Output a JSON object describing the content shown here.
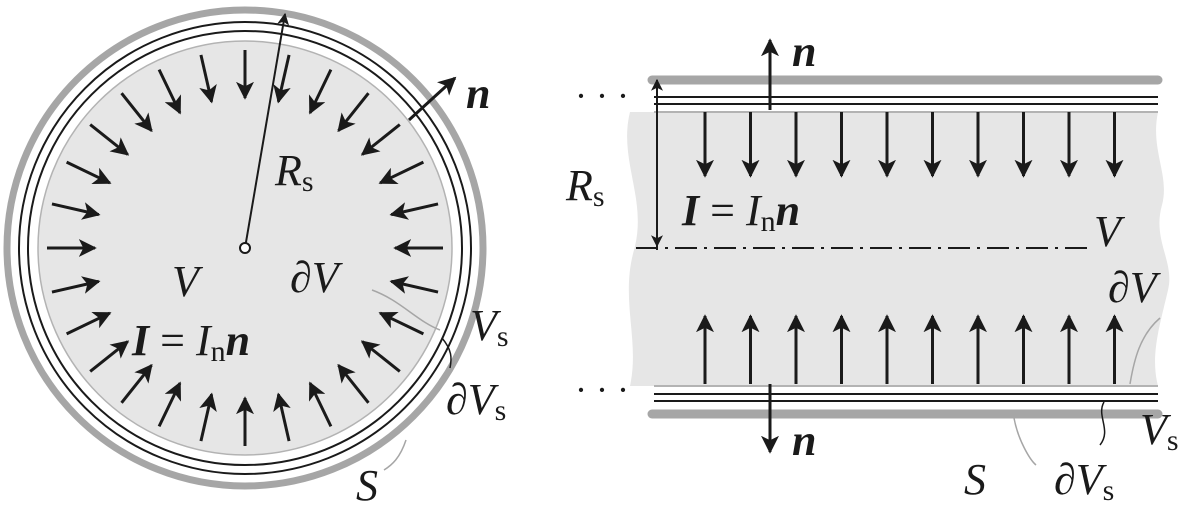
{
  "colors": {
    "ink": "#1a1a1a",
    "surface_gray": "#a6a6a6",
    "volume_fill": "#e6e6e6",
    "boundary_thin": "#b3b3b3"
  },
  "left_panel": {
    "radius_label": {
      "main": "R",
      "sub": "s"
    },
    "volume_label": "V",
    "boundary_label": "∂V",
    "shell_label": {
      "main": "V",
      "sub": "s"
    },
    "shell_boundary_label": {
      "main": "∂V",
      "sub": "s"
    },
    "surface_label": "S",
    "normal_label": "n",
    "equation": {
      "lhs": "I",
      "eq": " = ",
      "rhs_main": "I",
      "rhs_sub": "n",
      "rhs_vec": "n"
    }
  },
  "right_panel": {
    "radius_label": {
      "main": "R",
      "sub": "s"
    },
    "volume_label": "V",
    "boundary_label": "∂V",
    "shell_label": {
      "main": "V",
      "sub": "s"
    },
    "shell_boundary_label": {
      "main": "∂V",
      "sub": "s"
    },
    "surface_label": "S",
    "normal_top_label": "n",
    "normal_bottom_label": "n",
    "dots_top": "· · ·",
    "dots_bottom": "· · ·",
    "equation": {
      "lhs": "I",
      "eq": " = ",
      "rhs_main": "I",
      "rhs_sub": "n",
      "rhs_vec": "n"
    }
  }
}
